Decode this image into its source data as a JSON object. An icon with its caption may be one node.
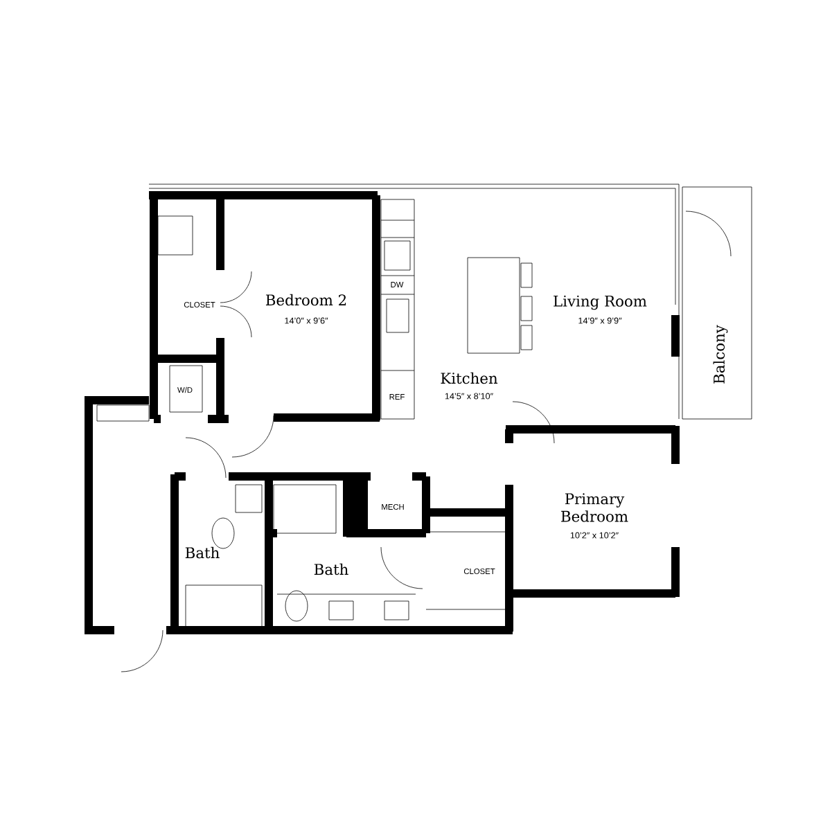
{
  "diagram": {
    "labels": [
      "CLOSET",
      "Bedroom 2",
      "14’0″ x 9’6″",
      "DW",
      "Living Room",
      "14’9″ x 9’9″",
      "Balcony",
      "Kitchen",
      "W/D",
      "REF",
      "14’5″ x 8’10″",
      "MECH",
      "Primary Bedroom",
      "10’2″ x 10’2″",
      "Bath",
      "Bath",
      "CLOSET"
    ]
  }
}
